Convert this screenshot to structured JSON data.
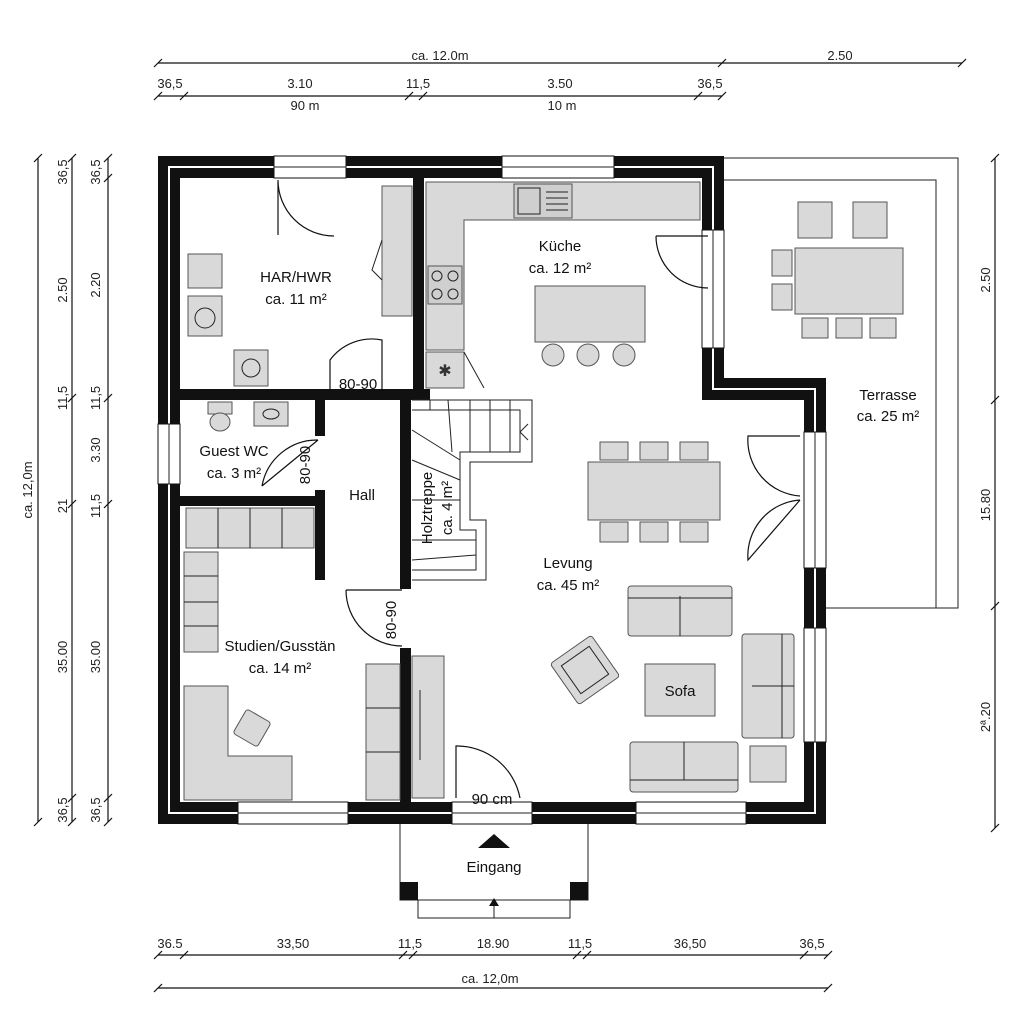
{
  "dimensions": {
    "top_total": "ca. 12.0m",
    "top_terrace": "2.50",
    "top_segments": [
      "36,5",
      "3.10",
      "11,5",
      "3.50",
      "36,5"
    ],
    "top_sub": [
      "90 m",
      "10 m"
    ],
    "bottom_segments": [
      "36.5",
      "33,50",
      "11,5",
      "18.90",
      "11,5",
      "36,50",
      "36,5"
    ],
    "bottom_total": "ca. 12,0m",
    "left_total": "ca. 12,0m",
    "left_outer": [
      "36,5",
      "2.50",
      "11,5",
      "21",
      "35.00",
      "36,5"
    ],
    "left_inner": [
      "2.20",
      "3.30",
      "11,5",
      "35.00",
      "36,5"
    ],
    "right": [
      "2.50",
      "15.80",
      "2ª.20"
    ]
  },
  "rooms": {
    "har": {
      "name": "HAR/HWR",
      "area": "ca. 11 m²"
    },
    "kueche": {
      "name": "Küche",
      "area": "ca. 12 m²"
    },
    "guest": {
      "name": "Guest WC",
      "area": "ca. 3 m²"
    },
    "hall": {
      "name": "Hall"
    },
    "treppe": {
      "name": "Holztreppe",
      "area": "ca. 4 m²"
    },
    "levung": {
      "name": "Levung",
      "area": "ca. 45 m²"
    },
    "studien": {
      "name": "Studien/Gusstän",
      "area": "ca. 14 m²"
    },
    "terrasse": {
      "name": "Terrasse",
      "area": "ca. 25 m²"
    }
  },
  "doors": {
    "har": "80-90",
    "guest": "80-90",
    "studien": "80-90",
    "entry": "90 cm"
  },
  "labels": {
    "sofa": "Sofa",
    "entrance": "Eingang"
  }
}
